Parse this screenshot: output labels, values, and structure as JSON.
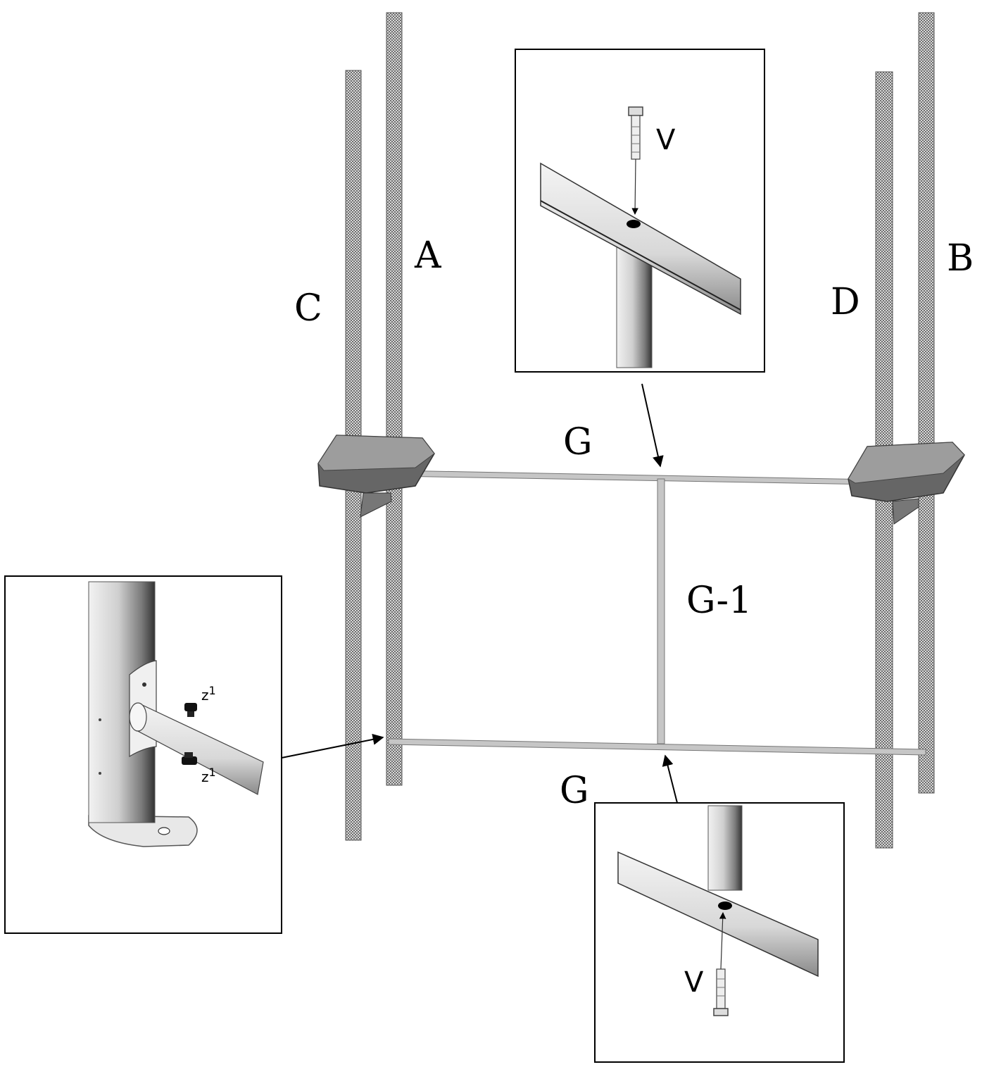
{
  "labels": {
    "post_a": "A",
    "post_b": "B",
    "post_c": "C",
    "post_d": "D",
    "rail_top": "G",
    "rail_bottom": "G",
    "center_post": "G-1",
    "screw_top_inset": "V",
    "screw_bottom_inset": "V",
    "bolt_upper": "z1",
    "bolt_lower": "z1"
  },
  "colors": {
    "line": "#000000",
    "post_fill": "#9a9a9a",
    "rail_fill": "#c8c8c8",
    "bracket_fill": "#555555"
  }
}
